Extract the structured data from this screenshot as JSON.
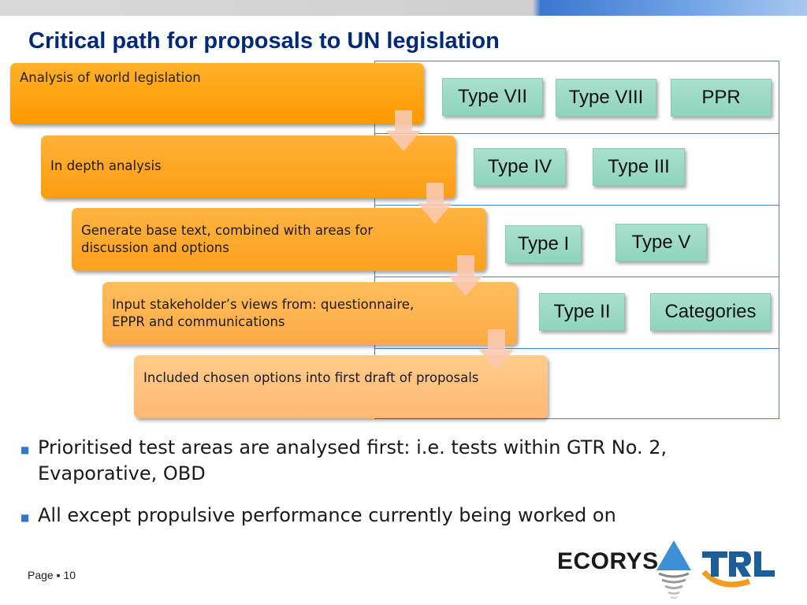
{
  "title": "Critical path for proposals to UN legislation",
  "steps": [
    "Analysis of world legislation",
    "In depth analysis",
    "Generate base text, combined with areas for discussion and options",
    "Input stakeholder’s views from: questionnaire, EPPR and communications",
    "Included chosen options into first draft of proposals"
  ],
  "tags": {
    "row1": [
      "Type VII",
      "Type VIII",
      "PPR"
    ],
    "row2": [
      "Type IV",
      "Type III"
    ],
    "row3": [
      "Type I",
      "Type V"
    ],
    "row4": [
      "Type II",
      "Categories"
    ]
  },
  "bullets": [
    "Prioritised test areas are analysed first: i.e. tests within GTR No. 2, Evaporative, OBD",
    "All except propulsive performance currently being worked on"
  ],
  "footer": {
    "page_label": "Page ▪ 10"
  },
  "logos": {
    "ecorys": "ECORYS",
    "trl": "TRL"
  },
  "colors": {
    "title": "#002a78",
    "step_orange": "#ff9800",
    "tag_green": "#9ad8c4",
    "grid_border": "#4f81bd",
    "bullet_marker": "#2e75d6"
  }
}
